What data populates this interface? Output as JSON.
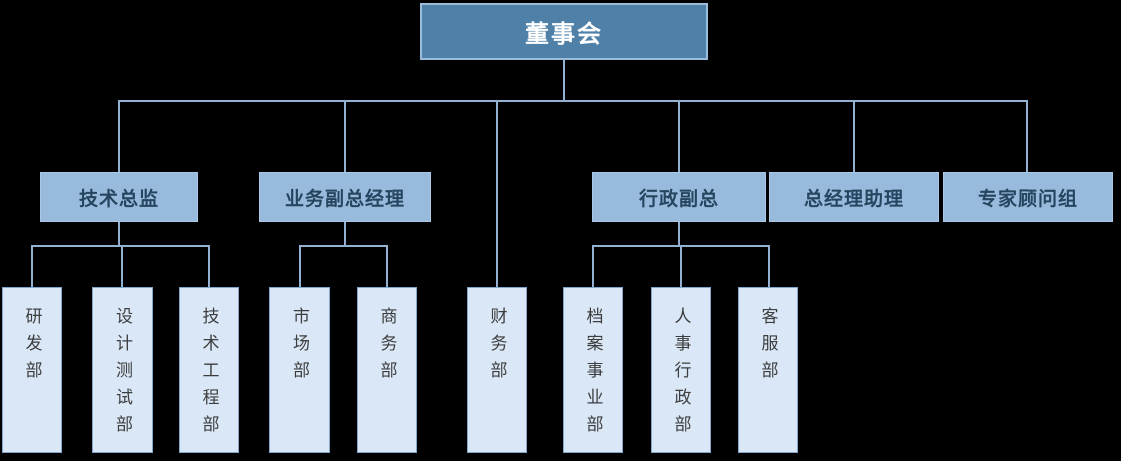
{
  "palette": {
    "background": "#000000",
    "level1_fill": "#4E80A8",
    "level1_border": "#9CBCDB",
    "level1_text": "#FFFFFF",
    "level2_fill": "#98BADC",
    "level2_border": "#AAC7E4",
    "level2_text": "#26455F",
    "level3_fill": "#D9E7F6",
    "level3_border": "#7FA5CB",
    "level3_text": "#3D3D3D",
    "connector": "#93B1D0"
  },
  "org": {
    "root": {
      "label": "董事会",
      "children": [
        {
          "label": "技术总监",
          "children": [
            {
              "label": "研发部"
            },
            {
              "label": "设计测试部"
            },
            {
              "label": "技术工程部"
            }
          ]
        },
        {
          "label": "业务副总经理",
          "children": [
            {
              "label": "市场部"
            },
            {
              "label": "商务部"
            }
          ]
        },
        {
          "label": "财务部",
          "children": []
        },
        {
          "label": "行政副总",
          "children": [
            {
              "label": "档案事业部"
            },
            {
              "label": "人事行政部"
            },
            {
              "label": "客服部"
            }
          ]
        },
        {
          "label": "总经理助理",
          "children": []
        },
        {
          "label": "专家顾问组",
          "children": []
        }
      ]
    }
  }
}
